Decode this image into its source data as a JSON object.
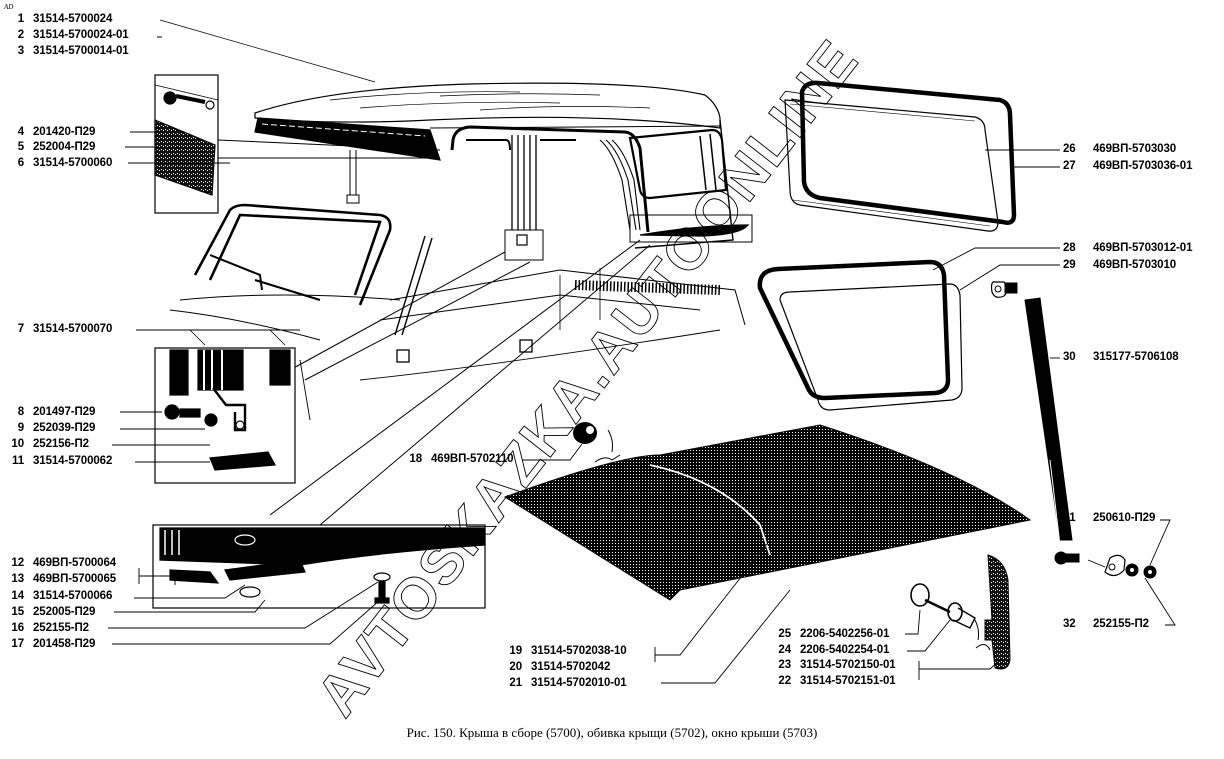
{
  "corner_mark": "AD",
  "caption": "Рис. 150. Крыша в сборе (5700), обивка крыщи (5702), окно крыши (5703)",
  "watermark": "AVTOSKAZKA.AUTOONLINE",
  "colors": {
    "ink": "#000000",
    "paper": "#ffffff"
  },
  "labels_left": [
    {
      "num": "1",
      "part": "31514-5700024"
    },
    {
      "num": "2",
      "part": "31514-5700024-01"
    },
    {
      "num": "3",
      "part": "31514-5700014-01"
    },
    {
      "num": "4",
      "part": "201420-П29"
    },
    {
      "num": "5",
      "part": "252004-П29"
    },
    {
      "num": "6",
      "part": "31514-5700060"
    },
    {
      "num": "7",
      "part": "31514-5700070"
    },
    {
      "num": "8",
      "part": "201497-П29"
    },
    {
      "num": "9",
      "part": "252039-П29"
    },
    {
      "num": "10",
      "part": "252156-П2"
    },
    {
      "num": "11",
      "part": "31514-5700062"
    },
    {
      "num": "12",
      "part": "469ВП-5700064"
    },
    {
      "num": "13",
      "part": "469ВП-5700065"
    },
    {
      "num": "14",
      "part": "31514-5700066"
    },
    {
      "num": "15",
      "part": "252005-П29"
    },
    {
      "num": "16",
      "part": "252155-П2"
    },
    {
      "num": "17",
      "part": "201458-П29"
    }
  ],
  "labels_center": [
    {
      "num": "18",
      "part": "469ВП-5702110"
    },
    {
      "num": "19",
      "part": "31514-5702038-10"
    },
    {
      "num": "20",
      "part": "31514-5702042"
    },
    {
      "num": "21",
      "part": "31514-5702010-01"
    },
    {
      "num": "25",
      "part": "2206-5402256-01"
    },
    {
      "num": "24",
      "part": "2206-5402254-01"
    },
    {
      "num": "23",
      "part": "31514-5702150-01"
    },
    {
      "num": "22",
      "part": "31514-5702151-01"
    }
  ],
  "labels_right": [
    {
      "num": "26",
      "part": "469ВП-5703030"
    },
    {
      "num": "27",
      "part": "469ВП-5703036-01"
    },
    {
      "num": "28",
      "part": "469ВП-5703012-01"
    },
    {
      "num": "29",
      "part": "469ВП-5703010"
    },
    {
      "num": "30",
      "part": "315177-5706108"
    },
    {
      "num": "31",
      "part": "250610-П29"
    },
    {
      "num": "32",
      "part": "252155-П2"
    }
  ]
}
